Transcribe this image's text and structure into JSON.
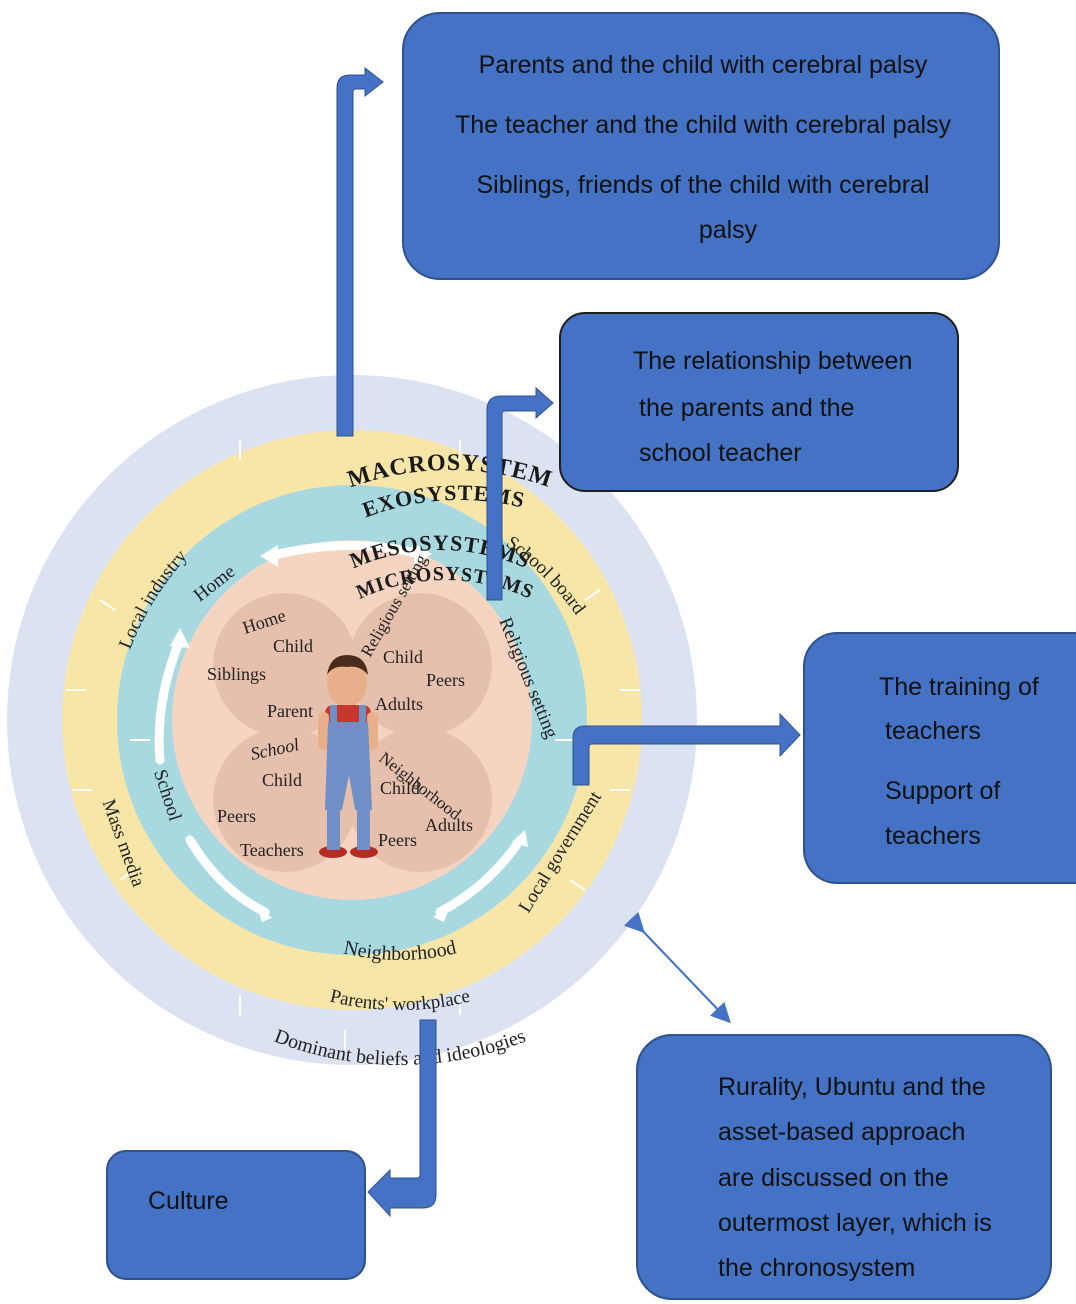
{
  "colors": {
    "box_fill": "#4472c4",
    "box_border": "#2f528f",
    "arrow": "#4472c4",
    "ring_macro": "#dbe3f3",
    "ring_exo": "#f8e6a9",
    "ring_meso": "#a9d9e0",
    "ring_micro": "#f5d4c1",
    "bubble": "#e6c0ad"
  },
  "diagram": {
    "rings": {
      "macro": "MACROSYSTEM",
      "exo": "EXOSYSTEMS",
      "meso": "MESOSYSTEMS",
      "micro": "MICROSYSTEMS"
    },
    "macro_label": "Dominant beliefs and ideologies",
    "exo_labels": {
      "local_industry": "Local industry",
      "school_board": "School board",
      "mass_media": "Mass media",
      "local_government": "Local government",
      "parents_workplace": "Parents' workplace"
    },
    "meso_labels": {
      "home": "Home",
      "religious_setting": "Religious setting",
      "school": "School",
      "neighborhood": "Neighborhood"
    },
    "micro_quadrants": {
      "home": {
        "title": "Home",
        "child": "Child",
        "siblings": "Siblings",
        "parent": "Parent"
      },
      "religious": {
        "title": "Religious setting",
        "child": "Child",
        "peers": "Peers",
        "adults": "Adults"
      },
      "school": {
        "title": "School",
        "child": "Child",
        "peers": "Peers",
        "teachers": "Teachers"
      },
      "neighborhood": {
        "title": "Neighborhood",
        "child": "Child",
        "adults": "Adults",
        "peers": "Peers"
      }
    }
  },
  "callouts": {
    "micro_box": {
      "line1": "Parents and the child with cerebral palsy",
      "line2": "The teacher and the child with cerebral palsy",
      "line3": "Siblings, friends of the child with cerebral",
      "line4": "palsy"
    },
    "meso_box": {
      "line1": "The relationship between",
      "line2": "the parents and the",
      "line3": "school teacher"
    },
    "exo_box": {
      "line1": "The training of",
      "line2": "teachers",
      "line3": "Support of",
      "line4": "teachers"
    },
    "chrono_box": {
      "line1": "Rurality, Ubuntu and the",
      "line2": "asset-based approach",
      "line3": "are discussed on the",
      "line4": "outermost layer, which is",
      "line5": "the chronosystem"
    },
    "culture_box": {
      "line1": "Culture"
    }
  }
}
